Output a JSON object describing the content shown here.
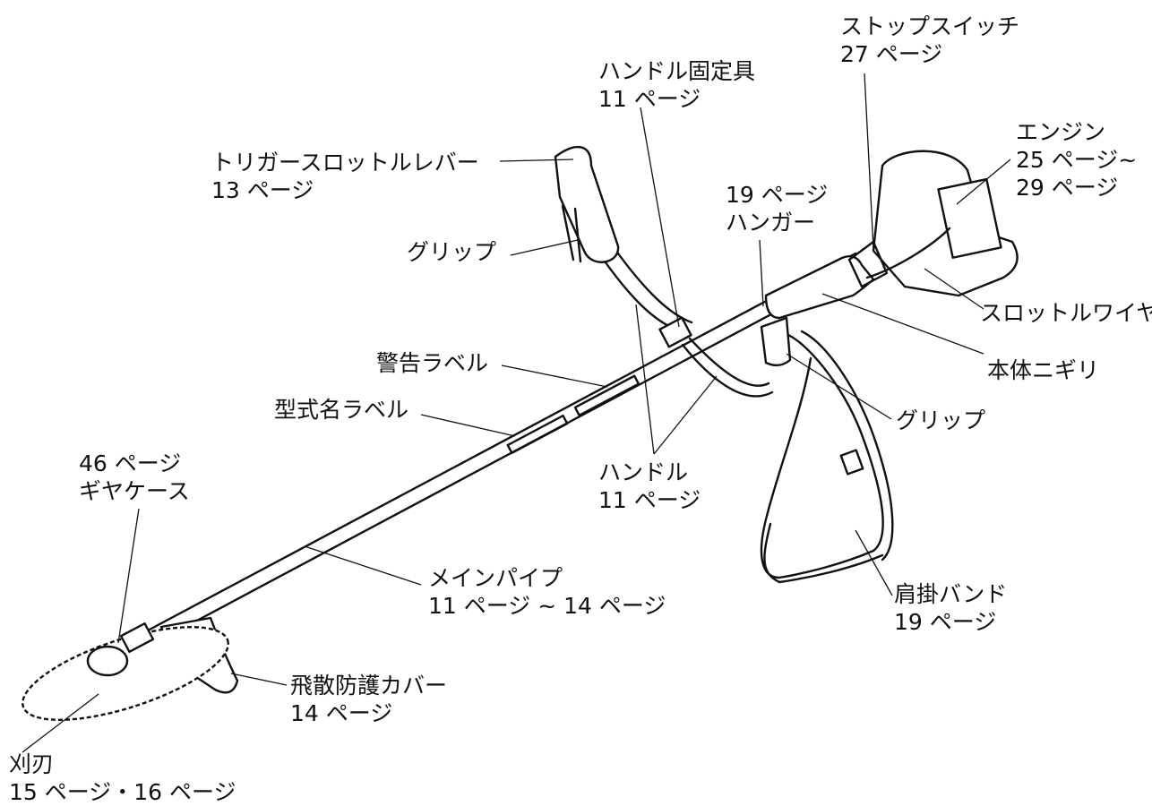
{
  "labels": {
    "stop_switch": {
      "name": "ストップスイッチ",
      "page": "27 ページ"
    },
    "handle_fixture": {
      "name": "ハンドル固定具",
      "page": "11 ページ"
    },
    "engine": {
      "name": "エンジン",
      "page1": "25 ページ~",
      "page2": "29 ページ"
    },
    "trigger_lever": {
      "name": "トリガースロットルレバー",
      "page": "13 ページ"
    },
    "hanger": {
      "page": "19 ページ",
      "name": "ハンガー"
    },
    "grip_left": {
      "name": "グリップ"
    },
    "throttle_wire": {
      "name": "スロットルワイヤ"
    },
    "main_grip": {
      "name": "本体ニギリ"
    },
    "warning_label": {
      "name": "警告ラベル"
    },
    "model_label": {
      "name": "型式名ラベル"
    },
    "grip_right": {
      "name": "グリップ"
    },
    "gear_case": {
      "page": "46 ページ",
      "name": "ギヤケース"
    },
    "handle": {
      "name": "ハンドル",
      "page": "11 ページ"
    },
    "main_pipe": {
      "name": "メインパイプ",
      "page": "11 ページ ~ 14 ページ"
    },
    "shoulder_band": {
      "name": "肩掛バンド",
      "page": "19 ページ"
    },
    "debris_guard": {
      "name": "飛散防護カバー",
      "page": "14 ページ"
    },
    "blade": {
      "name": "刈刃",
      "page": "15 ページ・16 ページ"
    }
  }
}
